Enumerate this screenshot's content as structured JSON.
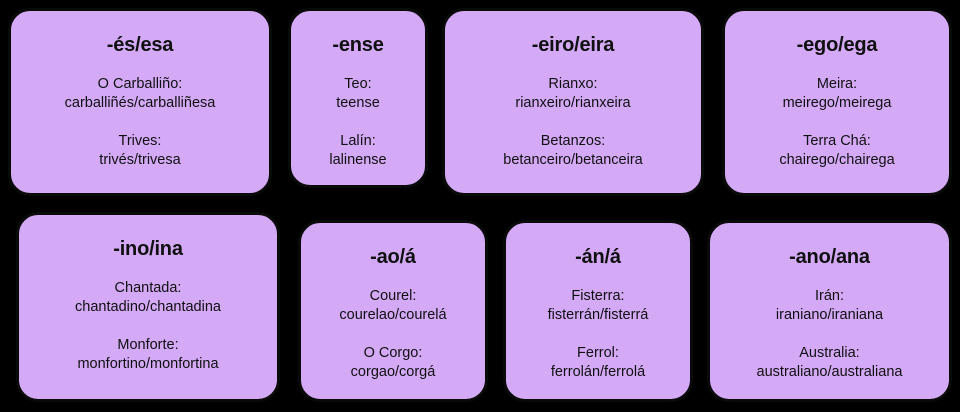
{
  "page": {
    "background_color": "#000000",
    "card_fill_color": "#d4aaf7",
    "card_border_color": "#0a0a0a",
    "text_color": "#101010"
  },
  "cards": [
    {
      "id": "es-esa",
      "suffix": "-és/esa",
      "examples": [
        {
          "place": "O Carballiño:",
          "forms": "carballiñés/carballiñesa"
        },
        {
          "place": "Trives:",
          "forms": "trivés/trivesa"
        }
      ]
    },
    {
      "id": "ense",
      "suffix": "-ense",
      "examples": [
        {
          "place": "Teo:",
          "forms": "teense"
        },
        {
          "place": "Lalín:",
          "forms": "lalinense"
        }
      ]
    },
    {
      "id": "eiro-eira",
      "suffix": "-eiro/eira",
      "examples": [
        {
          "place": "Rianxo:",
          "forms": "rianxeiro/rianxeira"
        },
        {
          "place": "Betanzos:",
          "forms": "betanceiro/betanceira"
        }
      ]
    },
    {
      "id": "ego-ega",
      "suffix": "-ego/ega",
      "examples": [
        {
          "place": "Meira:",
          "forms": "meirego/meirega"
        },
        {
          "place": "Terra Chá:",
          "forms": "chairego/chairega"
        }
      ]
    },
    {
      "id": "ino-ina",
      "suffix": "-ino/ina",
      "examples": [
        {
          "place": "Chantada:",
          "forms": "chantadino/chantadina"
        },
        {
          "place": "Monforte:",
          "forms": "monfortino/monfortina"
        }
      ]
    },
    {
      "id": "ao-a",
      "suffix": "-ao/á",
      "examples": [
        {
          "place": "Courel:",
          "forms": "courelao/courelá"
        },
        {
          "place": "O Corgo:",
          "forms": "corgao/corgá"
        }
      ]
    },
    {
      "id": "an-a",
      "suffix": "-án/á",
      "examples": [
        {
          "place": "Fisterra:",
          "forms": "fisterrán/fisterrá"
        },
        {
          "place": "Ferrol:",
          "forms": "ferrolán/ferrolá"
        }
      ]
    },
    {
      "id": "ano-ana",
      "suffix": "-ano/ana",
      "examples": [
        {
          "place": "Irán:",
          "forms": "iraniano/iraniana"
        },
        {
          "place": "Australia:",
          "forms": "australiano/australiana"
        }
      ]
    }
  ]
}
